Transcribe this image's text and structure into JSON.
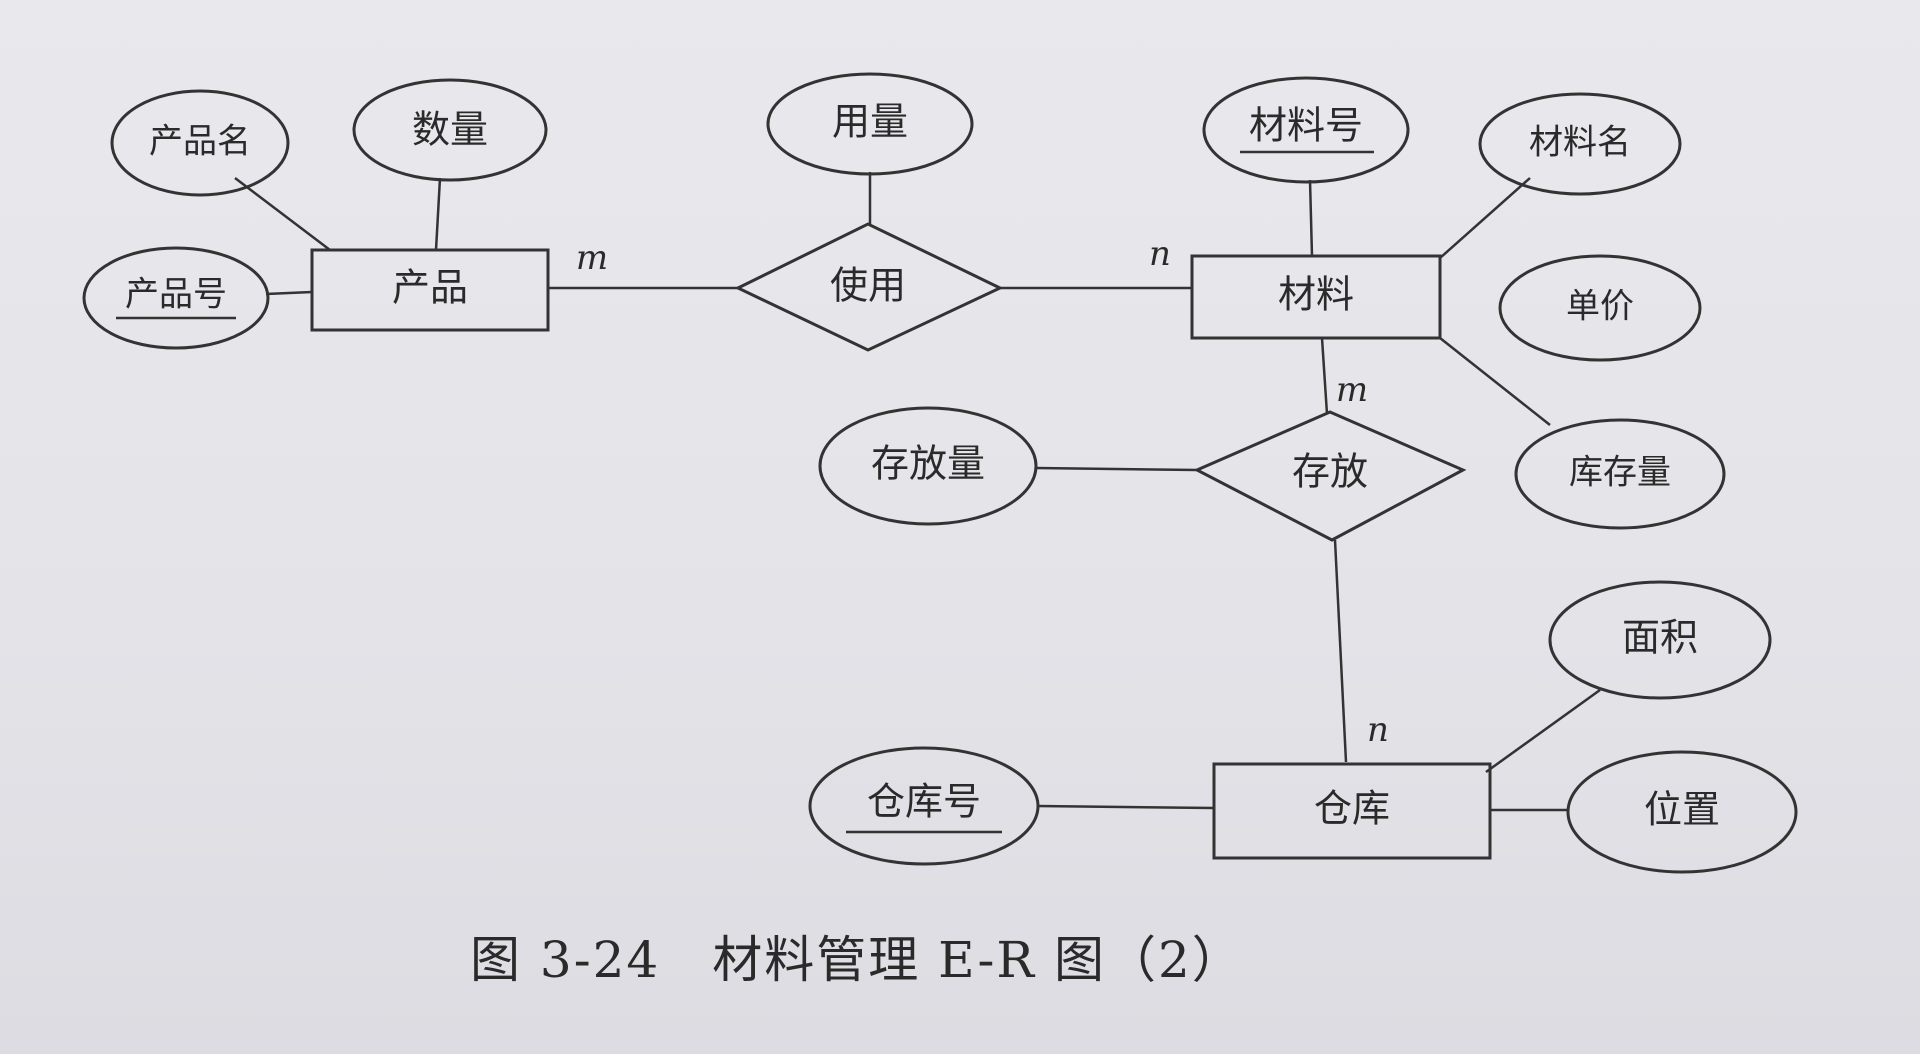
{
  "entities": {
    "product": "产品",
    "material": "材料",
    "warehouse": "仓库"
  },
  "relationships": {
    "use": "使用",
    "store": "存放"
  },
  "attributes": {
    "product_name": "产品名",
    "quantity": "数量",
    "product_no": "产品号",
    "usage_amount": "用量",
    "material_no": "材料号",
    "material_name": "材料名",
    "unit_price": "单价",
    "stock": "库存量",
    "store_amount": "存放量",
    "area": "面积",
    "location": "位置",
    "warehouse_no": "仓库号"
  },
  "cardinalities": {
    "product_use": "m",
    "use_material": "n",
    "material_store": "m",
    "store_warehouse": "n"
  },
  "caption": "图 3-24　材料管理 E-R 图（2）"
}
